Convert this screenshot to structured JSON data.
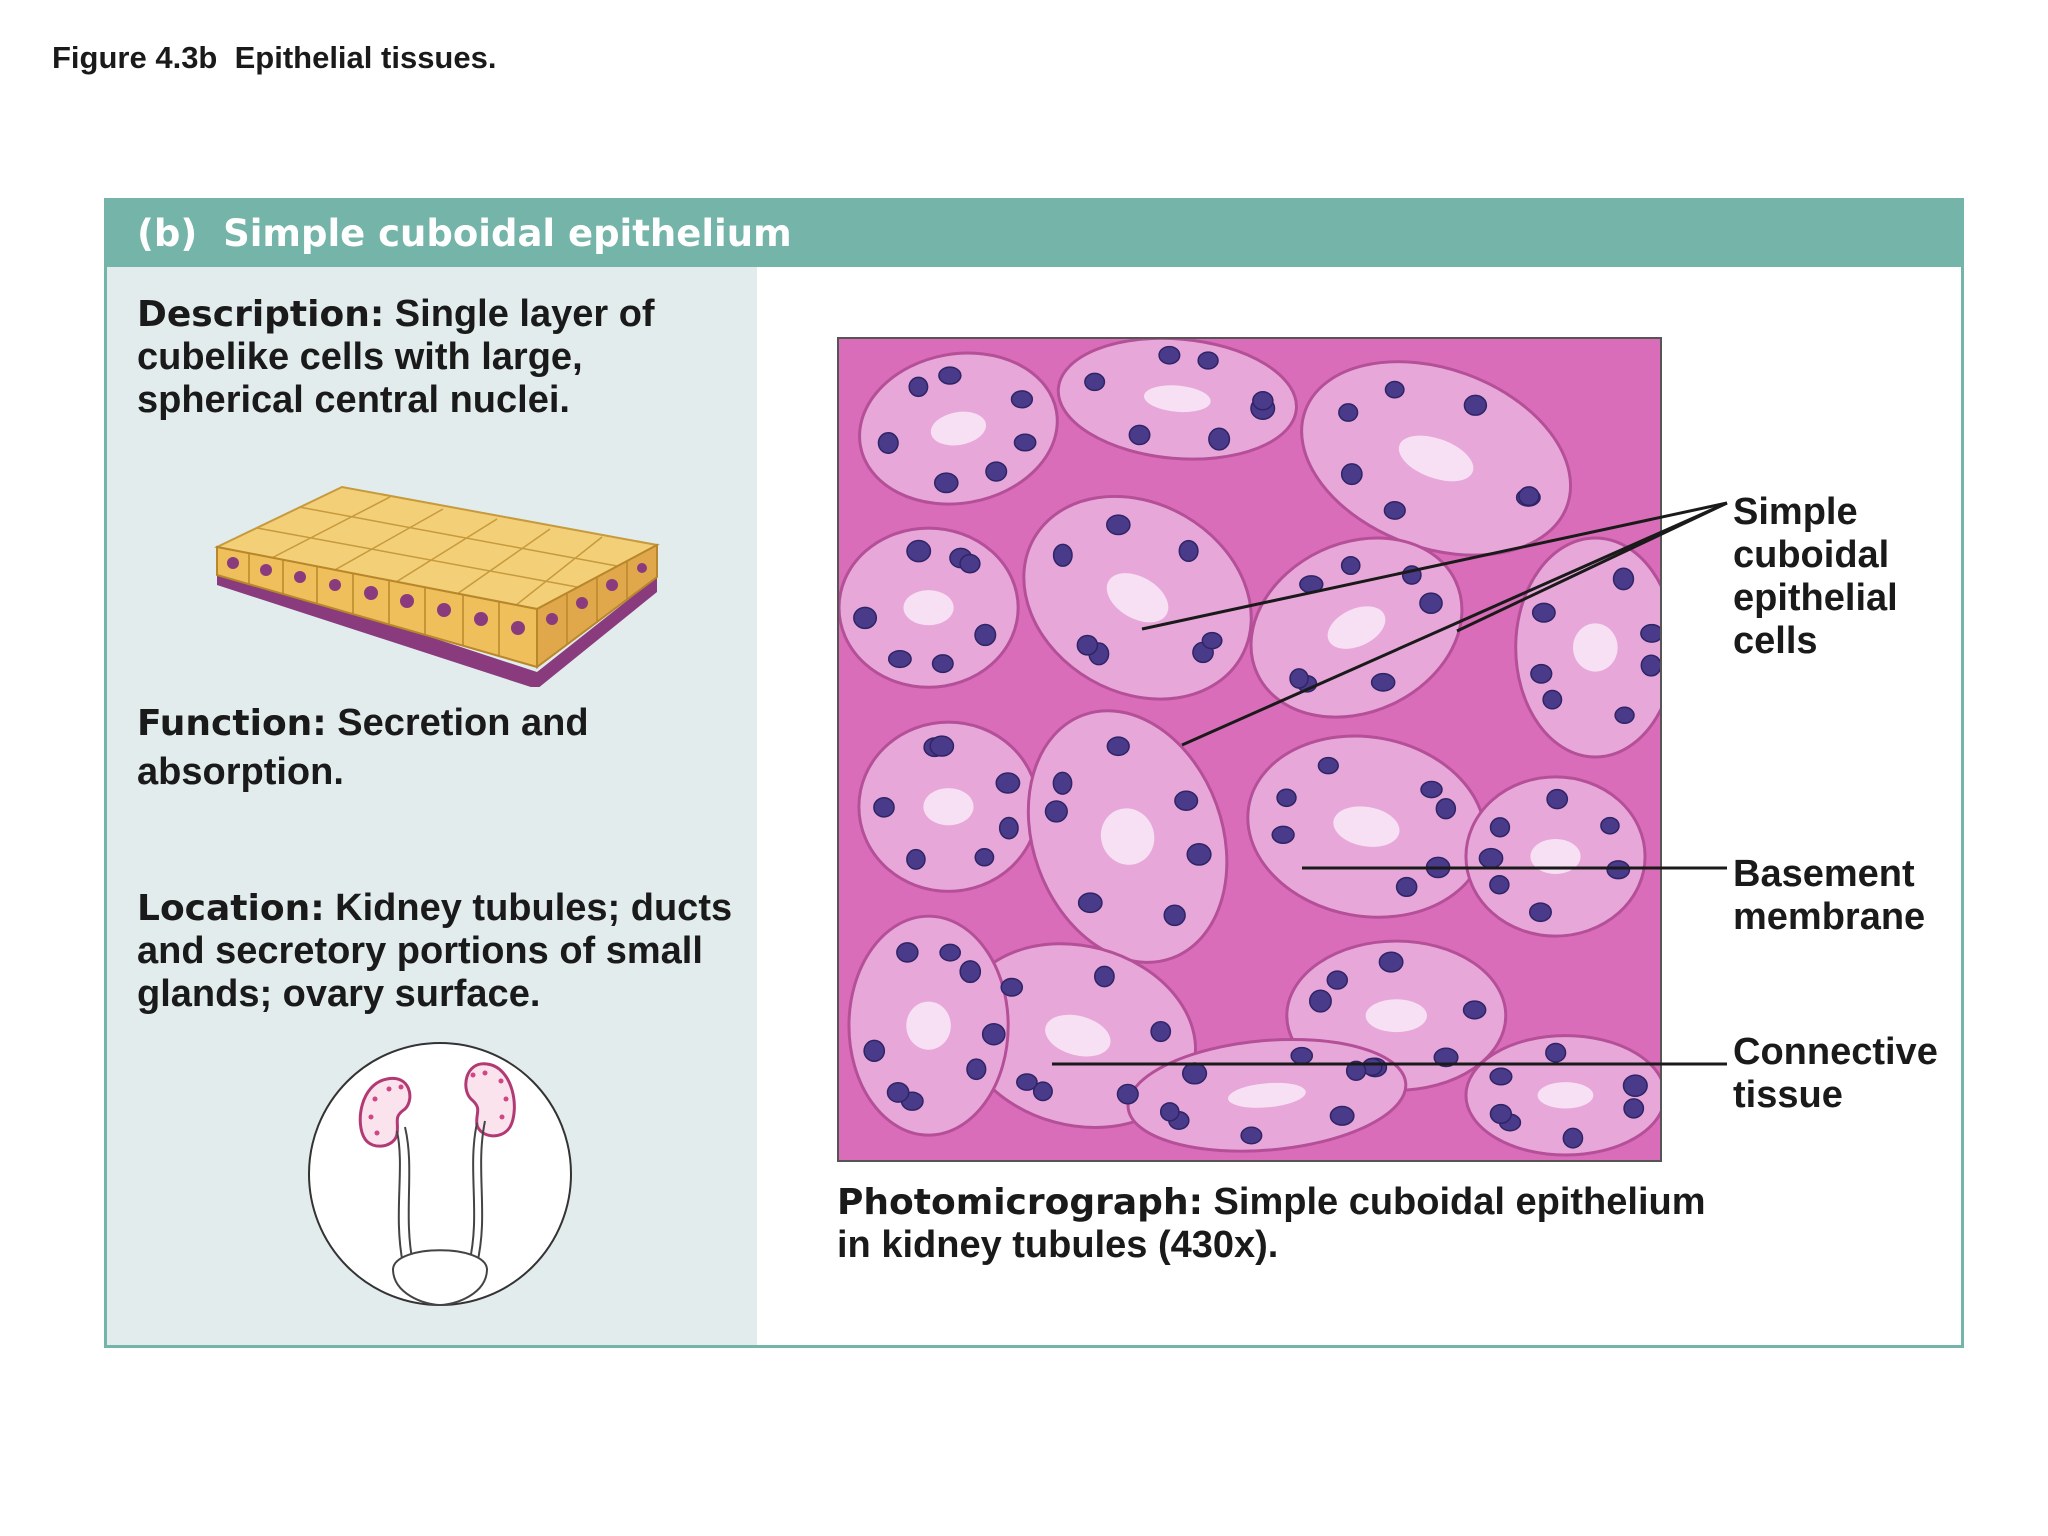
{
  "figure_title": "Figure 4.3b  Epithelial tissues.",
  "panel": {
    "header": "(b)  Simple cuboidal epithelium",
    "description": {
      "label": "Description:",
      "text": " Single layer of cubelike cells with large, spherical central nuclei."
    },
    "function": {
      "label": "Function:",
      "text": " Secretion and absorption."
    },
    "location": {
      "label": "Location:",
      "text": " Kidney tubules; ducts and secretory portions of small glands; ovary surface."
    },
    "photo_caption": {
      "label": "Photomicrograph:",
      "text": " Simple cuboidal epithelium in kidney tubules (430x)."
    },
    "labels": {
      "cells": [
        "Simple",
        "cuboidal",
        "epithelial",
        "cells"
      ],
      "basement": [
        "Basement",
        "membrane"
      ],
      "connective": [
        "Connective",
        "tissue"
      ]
    }
  },
  "colors": {
    "header": "#74b4a9",
    "left_panel": "#e2eced",
    "tissue_pink": "#d96db9",
    "nucleus": "#4a3a8a"
  }
}
